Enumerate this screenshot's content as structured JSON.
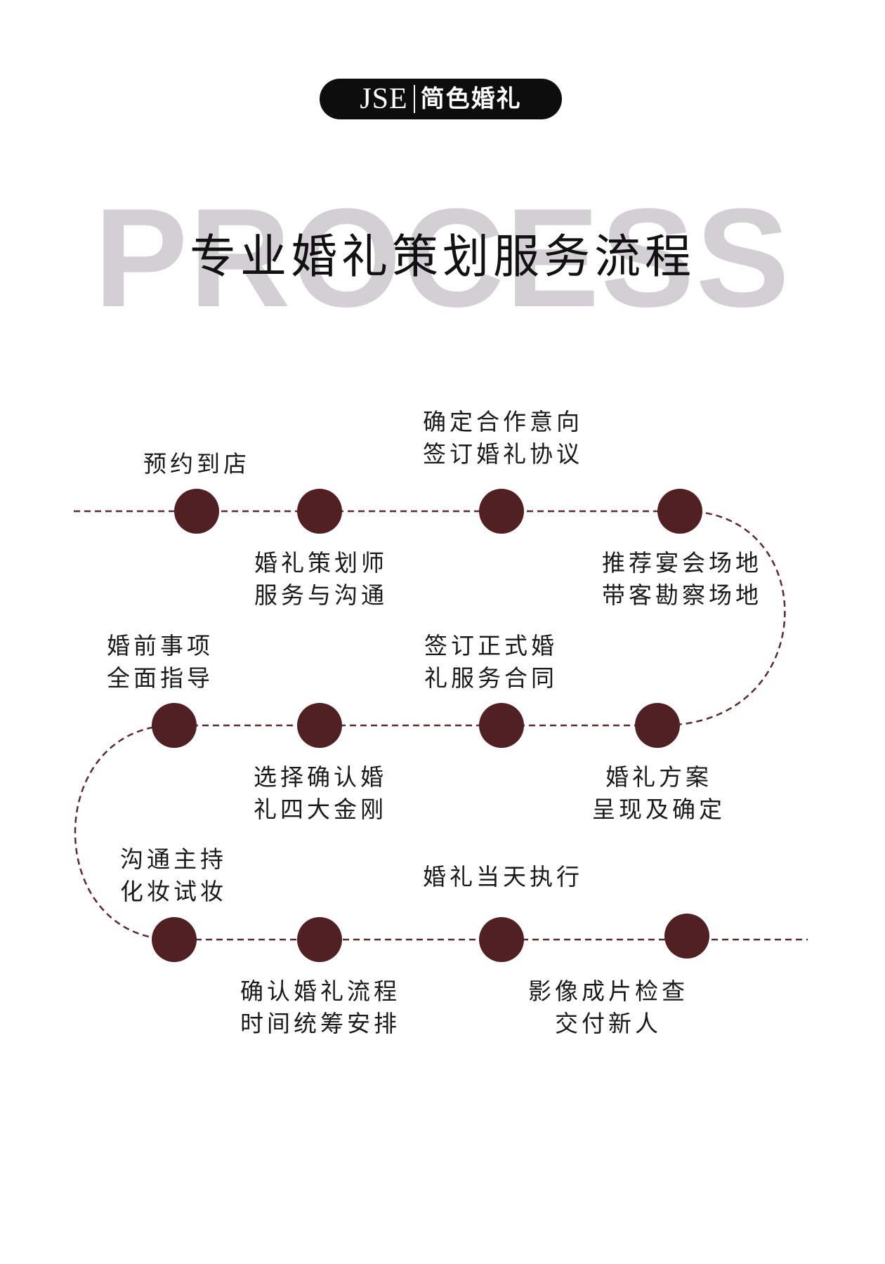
{
  "logo": {
    "brand": "JSE",
    "name": "简色婚礼"
  },
  "background_word": "PROCESS",
  "title": "专业婚礼策划服务流程",
  "colors": {
    "node": "#502023",
    "line": "#5a2a2e",
    "watermark": "#d2d0d3",
    "logo_bg": "#0d0d0d"
  },
  "steps": [
    {
      "line1": "预约到店",
      "line2": ""
    },
    {
      "line1": "婚礼策划师",
      "line2": "服务与沟通"
    },
    {
      "line1": "确定合作意向",
      "line2": "签订婚礼协议"
    },
    {
      "line1": "推荐宴会场地",
      "line2": "带客勘察场地"
    },
    {
      "line1": "婚礼方案",
      "line2": "呈现及确定"
    },
    {
      "line1": "签订正式婚",
      "line2": "礼服务合同"
    },
    {
      "line1": "选择确认婚",
      "line2": "礼四大金刚"
    },
    {
      "line1": "婚前事项",
      "line2": "全面指导"
    },
    {
      "line1": "沟通主持",
      "line2": "化妆试妆"
    },
    {
      "line1": "确认婚礼流程",
      "line2": "时间统筹安排"
    },
    {
      "line1": "婚礼当天执行",
      "line2": ""
    },
    {
      "line1": "影像成片检查",
      "line2": "交付新人"
    }
  ]
}
